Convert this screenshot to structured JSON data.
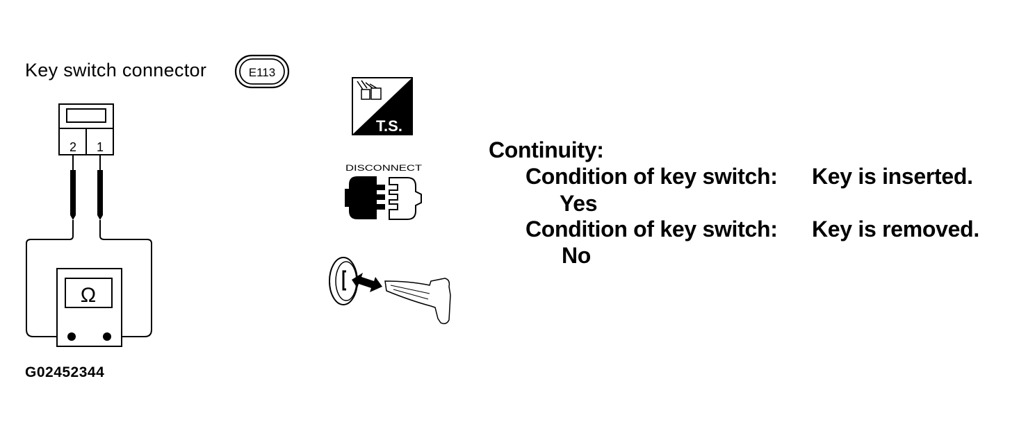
{
  "diagram": {
    "title": "Key switch connector",
    "connector_code": "E113",
    "figure_code": "G02452344",
    "terminals": [
      "2",
      "1"
    ],
    "meter_symbol": "Ω",
    "icons": {
      "ts_label": "T.S.",
      "disconnect_label": "DISCONNECT"
    }
  },
  "continuity": {
    "title": "Continuity:",
    "conditions": [
      {
        "label": "Condition of key switch:",
        "value": "Key is inserted.",
        "result": "Yes"
      },
      {
        "label": "Condition of key switch:",
        "value": "Key is removed.",
        "result": "No"
      }
    ]
  },
  "colors": {
    "ink": "#000000",
    "paper": "#ffffff"
  }
}
